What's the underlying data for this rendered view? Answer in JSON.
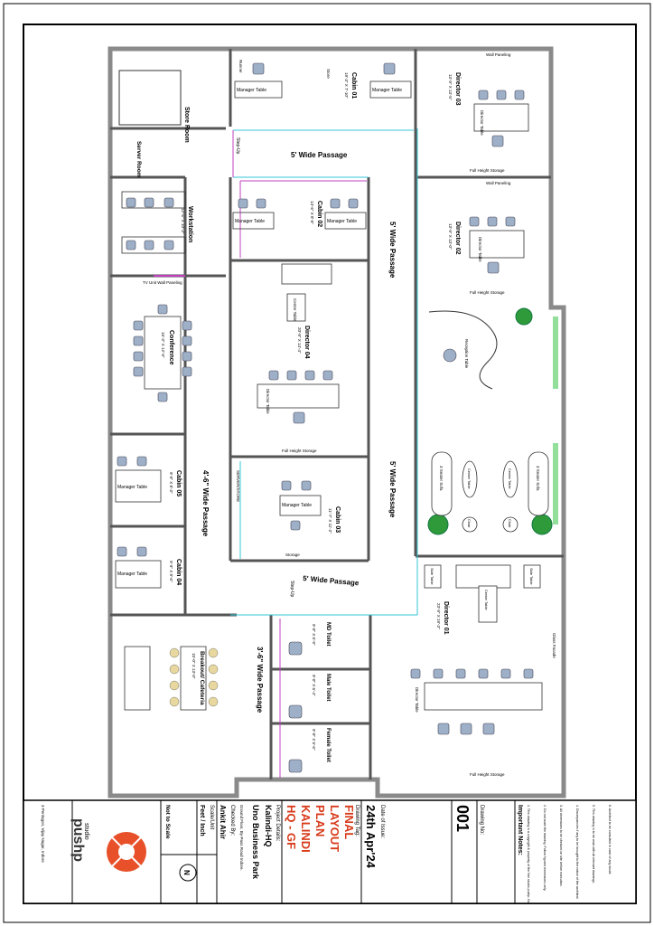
{
  "rooms": {
    "store_room": "Store Room",
    "server_room": "Server Room",
    "workstation": "Workstation",
    "workstation_size": "12'-6\" X 10'-3\"",
    "conference": "Conference",
    "conference_size": "16'-3\" X 12'-9\"",
    "cabin05": "Cabin 05",
    "cabin05_size": "9'-9\" X 8'-3\"",
    "cabin04": "Cabin 04",
    "cabin04_size": "9'-9\" X 8'-6\"",
    "breakout": "Breakout/ Cafeteria",
    "breakout_size": "15'-0\" X 13'-0\"",
    "cabin01": "Cabin 01",
    "cabin01_size": "19'-3\" X 7'-10\"",
    "cabin02": "Cabin 02",
    "cabin02_size": "14'-6\" X 8'-6\"",
    "director04": "Director 04",
    "director04_size": "20'-8\" X 14'-4\"",
    "cabin03": "Cabin 03",
    "cabin03_size": "11'-7\" X 11'-2\"",
    "md_toilet": "MD Toilet",
    "md_toilet_size": "9'-0\" X 5'-9\"",
    "male_toilet": "Male Toilet",
    "male_toilet_size": "9'-0\" X 5'-4\"",
    "female_toilet": "Female Toilet",
    "female_toilet_size": "9'-0\" X 5'-6\"",
    "director03": "Director 03",
    "director03_size": "13'-9\" X 13'-5\"",
    "director02": "Director 02",
    "director02_size": "13'-9\" X 13'-0\"",
    "director01": "Director 01",
    "director01_size": "23'-9\" X 19'-3\""
  },
  "passages": {
    "top": "5' Wide Passage",
    "middle": "5' Wide Passage",
    "right_lower": "5' Wide Passage",
    "bottom": "5' Wide Passage",
    "left_mid": "4'-6\" Wide Passage",
    "left_low": "3'-6\" Wide Passage"
  },
  "furniture": {
    "manager_table": "Manager Table",
    "director_table": "Director Table",
    "center_table": "Center Table",
    "reception_table": "Reception Table",
    "runner": "Runner",
    "store": "Store",
    "storage": "Storage",
    "full_height_storage": "Full Height Storage",
    "wall_paneling": "Wall Paneling",
    "tv_unit_wall_paneling": "TV Unit Wall Paneling",
    "side_table": "Side Table",
    "chair": "Chair",
    "three_seater_sofa": "3 Seater Sofa",
    "glass_facade": "Glass Facade",
    "step_up": "Step-Up",
    "server_store": "SERVER/STORE"
  },
  "notes": {
    "heading": "Important Notes:",
    "items": [
      "1. This drawing is a copyright & property of the firm studio pushp. No part of this drawing may be reproduced or used without prior permission.",
      "2. Do not scale the drawing. Follow figured dimensions only.",
      "3. All dimensions to be checked on site before execution.",
      "4. Discrepancies if any to be brought to the notice of the architect.",
      "5. This drawing is to be read with all relevant drawings.",
      "6. Architect to be consulted in case of any doubt."
    ]
  },
  "title_block": {
    "drawing_no_label": "Drawing No:",
    "drawing_no": "001",
    "date_label": "Date of Issue:",
    "date": "24th Apr'24",
    "tag_label": "Drawing Tag:",
    "tag_line1": "FINAL",
    "tag_line2": "LAYOUT",
    "tag_line3": "PLAN",
    "tag_line4": "KALINDI",
    "tag_line5": "HQ - GF",
    "project_label": "Project Details:",
    "project_name": "Kalindi-HQ",
    "project_place": "Uno Business Park",
    "project_address": "Ground Floor, By-Pass Road Indore.",
    "checked_label": "Checked By:",
    "checked_by": "Ankit Ahir",
    "scale_label": "Scale/Unit",
    "unit": "Feet / Inch",
    "scale": "Not to Scale",
    "north": "N",
    "brand_small": "studio",
    "brand_big": "pushp",
    "address": "3 Pentagon, Vijay Nagar, Indore"
  },
  "colors": {
    "wall": "#8a8a8a",
    "line": "#222222",
    "cyan": "#35c4d8",
    "magenta": "#c040c0",
    "blue": "#2a3aa8",
    "chair": "#9eb0c8",
    "plant": "#2f9a3a",
    "green_tile": "#39c44a",
    "tag_red": "#d83a1a"
  }
}
